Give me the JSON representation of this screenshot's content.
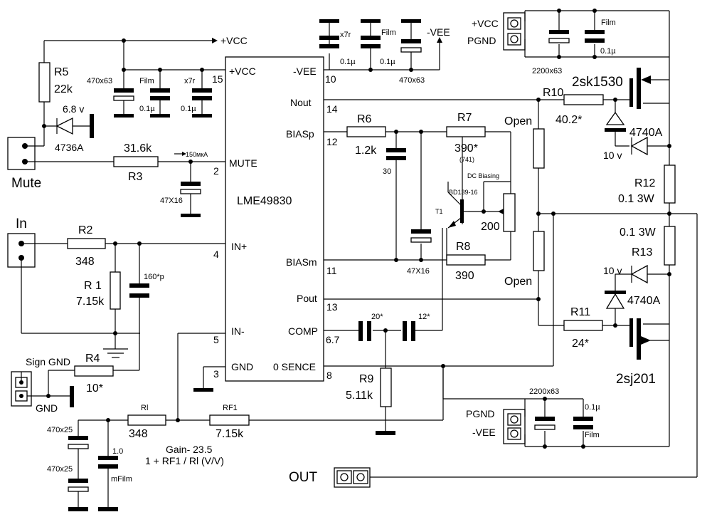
{
  "ic": {
    "name": "LME49830",
    "pins": {
      "vcc": "+VCC",
      "vcc_num": "15",
      "vee": "-VEE",
      "vee_num": "10",
      "nout": "Nout",
      "nout_num": "14",
      "biasp": "BIASp",
      "biasp_num": "12",
      "mute": "MUTE",
      "mute_num": "2",
      "inp": "IN+",
      "inp_num": "4",
      "biasm": "BIASm",
      "biasm_num": "11",
      "pout": "Pout",
      "pout_num": "13",
      "inm": "IN-",
      "inm_num": "5",
      "comp": "COMP",
      "comp_num": "6.7",
      "gnd": "GND",
      "gnd_num": "3",
      "sence": "0 SENCE",
      "sence_num": "8"
    }
  },
  "rails": {
    "vcc_top": "+VCC",
    "vee_top": "-VEE",
    "supply_vcc": "+VCC",
    "supply_pgnd": "PGND",
    "lower_pgnd": "PGND",
    "lower_vee": "-VEE"
  },
  "caps": {
    "c470x63_left": "470x63",
    "film_left": "Film",
    "film_left_val": "0.1µ",
    "x7r_left": "x7r",
    "x7r_left_val": "0.1µ",
    "x7r_top": "x7r",
    "x7r_top_val": "0.1µ",
    "film_top": "Film",
    "film_top_val": "0.1µ",
    "c470x63_top": "470x63",
    "c2200_top": "2200x63",
    "film_right": "Film",
    "film_right_val": "0.1µ",
    "mute_cap": "47X16",
    "c160p": "160*p",
    "c30": "30",
    "c47x16_bias": "47X16",
    "c20": "20*",
    "c12": "12*",
    "c2200_low": "2200x63",
    "c01_low": "0.1µ",
    "film_low": "Film",
    "c470x25_a": "470x25",
    "c470x25_b": "470x25",
    "c1_0": "1.0",
    "mfilm": "mFilm"
  },
  "resistors": {
    "r5": "R5",
    "r5_val": "22k",
    "r3": "R3",
    "r3_val": "31.6k",
    "r2": "R2",
    "r2_val": "348",
    "r1": "R 1",
    "r1_val": "7.15k",
    "r4": "R4",
    "r4_val": "10*",
    "rl": "Rl",
    "rl_val": "348",
    "rf1": "RF1",
    "rf1_val": "7.15k",
    "r6": "R6",
    "r6_val": "1.2k",
    "r7": "R7",
    "r7_val": "390*",
    "r7_note": "(741)",
    "r8": "R8",
    "r8_val": "390",
    "r9": "R9",
    "r9_val": "5.11k",
    "r10": "R10",
    "r10_val": "40.2*",
    "r11": "R11",
    "r11_val": "24*",
    "r12": "R12",
    "r12_val": "0.1 3W",
    "r13": "R13",
    "r13_val": "0.1 3W",
    "open_top": "Open",
    "open_bottom": "Open",
    "pot_val": "200"
  },
  "semis": {
    "zener_mute": "6.8 v",
    "zener_mute_part": "4736A",
    "q_top": "2sk1530",
    "q_bottom": "2sj201",
    "z_top_v": "10 v",
    "z_top_part": "4740A",
    "z_bot_v": "10 v",
    "z_bot_part": "4740A",
    "transistor": "BD139-16",
    "transistor_ref": "T1",
    "dc_biasing": "DC Biasing"
  },
  "connectors": {
    "mute": "Mute",
    "in": "In",
    "sign_gnd": "Sign GND",
    "gnd": "GND",
    "out": "OUT"
  },
  "notes": {
    "mute_current": "150мкА",
    "gain": "Gain- 23.5",
    "gain_formula": "1 + RF1 / Rl (V/V)"
  }
}
